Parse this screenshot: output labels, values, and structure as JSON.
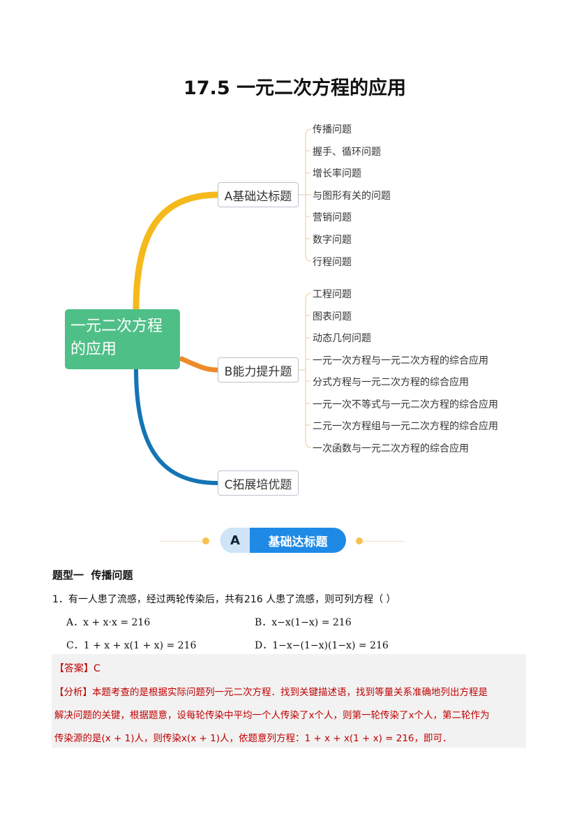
{
  "title": "17.5 一元二次方程的应用",
  "mindmap": {
    "center": "一元二次方程的应用",
    "branches": [
      {
        "label": "A基础达标题",
        "color": "#f5b91c",
        "items": [
          "传播问题",
          "握手、循环问题",
          "增长率问题",
          "与图形有关的问题",
          "营销问题",
          "数字问题",
          "行程问题"
        ]
      },
      {
        "label": "B能力提升题",
        "color": "#ee8a2a",
        "items": [
          "工程问题",
          "图表问题",
          "动态几何问题",
          "一元一次方程与一元二次方程的综合应用",
          "分式方程与一元二次方程的综合应用",
          "一元一次不等式与一元二次方程的综合应用",
          "二元一次方程组与一元二次方程的综合应用",
          "一次函数与一元二次方程的综合应用"
        ]
      },
      {
        "label": "C拓展培优题",
        "color": "#1474b5",
        "items": []
      }
    ]
  },
  "banner": {
    "letter": "A",
    "label": "基础达标题"
  },
  "section": "题型一  传播问题",
  "question": {
    "stem": "1．有一人患了流感，经过两轮传染后，共有216 人患了流感，则可列方程（    ）",
    "options": [
      "A．x + x·x = 216",
      "B．x−x(1−x) = 216",
      "C．1 + x + x(1 + x) = 216",
      "D．1−x−(1−x)(1−x) = 216"
    ]
  },
  "answer": {
    "label": "【答案】C",
    "analysis": [
      "【分析】本题考查的是根据实际问题列一元二次方程．找到关键描述语，找到等量关系准确地列出方程是",
      "解决问题的关键，根据题意，设每轮传染中平均一个人传染了x个人，则第一轮传染了x个人，第二轮作为",
      "传染源的是(x + 1)人，则传染x(x + 1)人，依题意列方程：1 + x + x(1 + x) = 216，即可．"
    ]
  }
}
